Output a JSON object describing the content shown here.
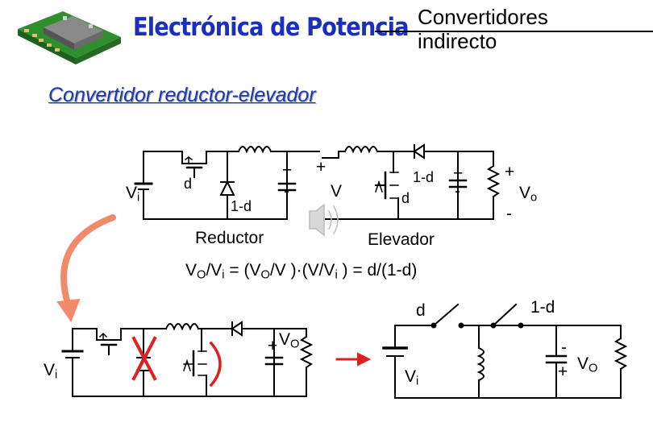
{
  "header": {
    "brand_title": "Electrónica de Potencia",
    "course_line1": "Convertidores",
    "course_line2": "indirecto"
  },
  "slide": {
    "title": "Convertidor reductor-elevador "
  },
  "top_circuit": {
    "vi_symbol": "V",
    "vi_sub": "i",
    "duty_d": "d",
    "duty_1md_reductor": "1-d",
    "plus_1": "+",
    "minus_1": "-",
    "plus_2": "+",
    "v_mid": "V",
    "duty_1md_elevador": "1-d",
    "duty_d_elevador": "d",
    "plus_3": "+",
    "minus_3": "-",
    "plus_out": "+",
    "vo_symbol": "V",
    "vo_sub": "o",
    "minus_out": "-",
    "reductor_label": "Reductor",
    "elevador_label": "Elevador"
  },
  "equation": {
    "part1": "V",
    "sub1": "O",
    "part2": "/V",
    "sub2": "i",
    "part3": " = (V",
    "sub3": "O",
    "part4": "/V )·(V/V",
    "sub4": "i",
    "part5": " ) = d/(1-d)"
  },
  "bottom_left": {
    "vi_symbol": "V",
    "vi_sub": "i",
    "plus": "+",
    "minus": "-",
    "vo_symbol": "V",
    "vo_sub": "O"
  },
  "bottom_right": {
    "duty_d": "d",
    "duty_1md": "1-d",
    "vi_symbol": "V",
    "vi_sub": "i",
    "minus": "-",
    "plus": "+",
    "vo_symbol": "V",
    "vo_sub": "O"
  },
  "colors": {
    "brand_blue": "#1a2fbf",
    "title_blue": "#1e3a9e",
    "curve_salmon": "#f08a6a",
    "cross_red": "#e02020",
    "arrow_red": "#e02020",
    "board_green": "#2f8f2f"
  },
  "icons": [
    "power-module-icon",
    "speaker-icon"
  ]
}
